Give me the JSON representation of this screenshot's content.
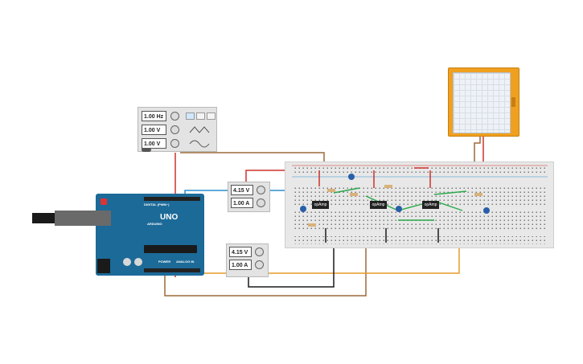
{
  "function_generator": {
    "frequency": "1.00 Hz",
    "amplitude": "1.00 V",
    "offset": "1.00 V"
  },
  "power_supply_top": {
    "voltage": "4.15 V",
    "current": "1.00 A"
  },
  "power_supply_bottom": {
    "voltage": "4.15 V",
    "current": "1.00 A"
  },
  "chips": {
    "ic1": "opAmp",
    "ic2": "opAmp",
    "ic3": "opAmp"
  },
  "arduino": {
    "brand": "UNO",
    "sub": "ARDUINO",
    "digital_label": "DIGITAL (PWM~)",
    "power_label": "POWER",
    "analog_label": "ANALOG IN"
  },
  "colors": {
    "wire_red": "#d0302a",
    "wire_brown": "#9a6a3a",
    "wire_black": "#1a1a1a",
    "wire_blue": "#2a8fd0",
    "wire_green": "#2aa84a",
    "wire_orange": "#e69a2a",
    "arduino_blue": "#1c6a98",
    "scope_orange": "#f0a020"
  }
}
